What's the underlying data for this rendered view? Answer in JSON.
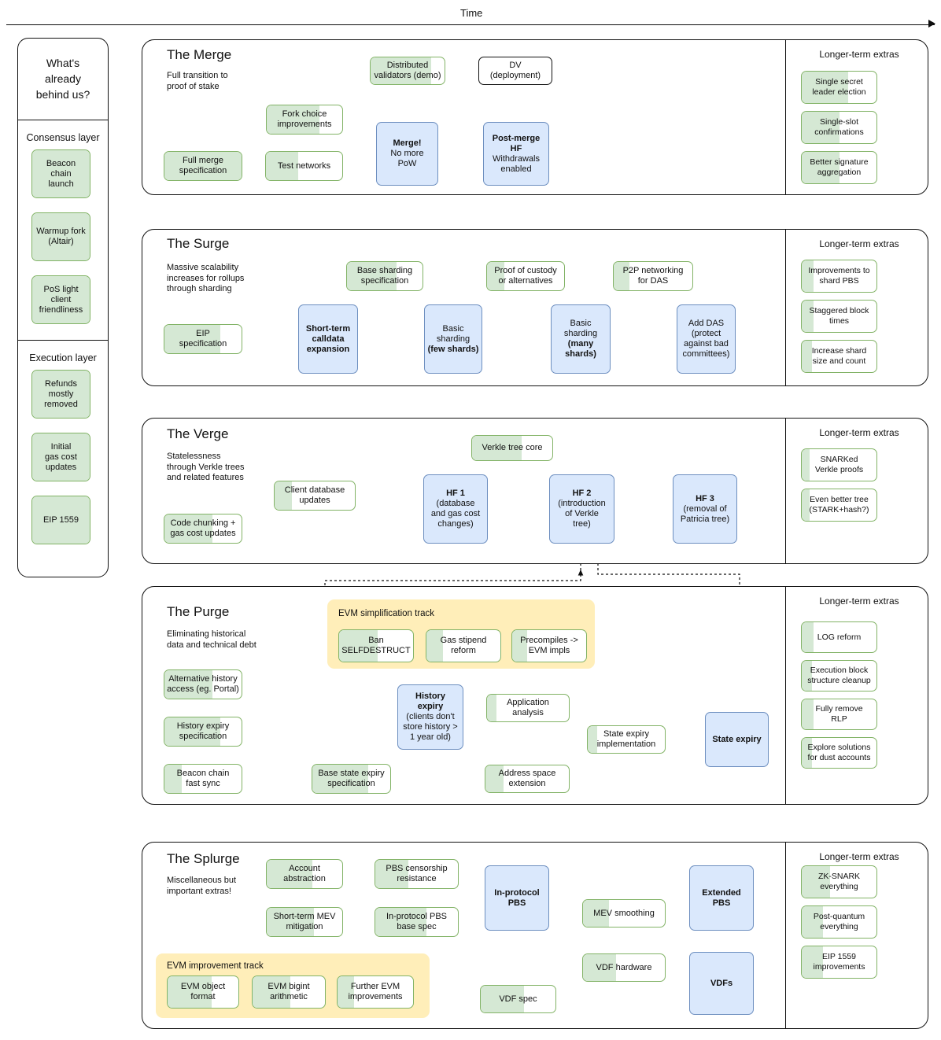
{
  "time_axis": {
    "label": "Time"
  },
  "sidebar": {
    "heading": "What's\nalready\nbehind us?",
    "heading_lines": [
      "What's",
      "already",
      "behind us?"
    ],
    "sections": [
      {
        "title": "Consensus layer",
        "items": [
          {
            "label": "Beacon\nchain\nlaunch",
            "lines": [
              "Beacon",
              "chain",
              "launch"
            ],
            "progress": 100
          },
          {
            "label": "Warmup fork\n(Altair)",
            "lines": [
              "Warmup fork",
              "(Altair)"
            ],
            "progress": 100
          },
          {
            "label": "PoS light\nclient\nfriendliness",
            "lines": [
              "PoS light",
              "client",
              "friendliness"
            ],
            "progress": 100
          }
        ]
      },
      {
        "title": "Execution layer",
        "items": [
          {
            "label": "Refunds\nmostly\nremoved",
            "lines": [
              "Refunds",
              "mostly",
              "removed"
            ],
            "progress": 100
          },
          {
            "label": "Initial\ngas cost\nupdates",
            "lines": [
              "Initial",
              "gas cost",
              "updates"
            ],
            "progress": 100
          },
          {
            "label": "EIP 1559",
            "lines": [
              "EIP 1559"
            ],
            "progress": 100
          }
        ]
      }
    ]
  },
  "extras_heading": "Longer-term extras",
  "stages": [
    {
      "id": "merge",
      "title": "The Merge",
      "subtitle": "Full transition to\nproof of stake",
      "subtitle_lines": [
        "Full transition to",
        "proof of stake"
      ],
      "nodes": [
        {
          "id": "distributed-validators",
          "label": "Distributed\nvalidators (demo)",
          "lines": [
            "Distributed",
            "validators (demo)"
          ],
          "kind": "green",
          "progress": 82
        },
        {
          "id": "dv-deployment",
          "label": "DV\n(deployment)",
          "lines": [
            "DV",
            "(deployment)"
          ],
          "kind": "plain",
          "progress": 0
        },
        {
          "id": "fork-choice-improvements",
          "label": "Fork choice\nimprovements",
          "lines": [
            "Fork choice",
            "improvements"
          ],
          "kind": "green",
          "progress": 70
        },
        {
          "id": "full-merge-specification",
          "label": "Full merge\nspecification",
          "lines": [
            "Full merge",
            "specification"
          ],
          "kind": "green",
          "progress": 100
        },
        {
          "id": "test-networks",
          "label": "Test networks",
          "lines": [
            "Test networks"
          ],
          "kind": "green",
          "progress": 42
        },
        {
          "id": "merge-no-more-pow",
          "label": "Merge!\nNo more\nPoW",
          "lines": [
            "Merge!",
            "No more",
            "PoW"
          ],
          "bold_lines": [
            0
          ],
          "kind": "blue",
          "progress": 0
        },
        {
          "id": "post-merge-hf",
          "label": "Post-merge\nHF\nWithdrawals\nenabled",
          "lines": [
            "Post-merge",
            "HF",
            "Withdrawals",
            "enabled"
          ],
          "bold_lines": [
            0,
            1
          ],
          "kind": "blue",
          "progress": 0
        }
      ],
      "extras": [
        {
          "label": "Single secret\nleader election",
          "lines": [
            "Single secret",
            "leader election"
          ],
          "progress": 62
        },
        {
          "label": "Single-slot\nconfirmations",
          "lines": [
            "Single-slot",
            "confirmations"
          ],
          "progress": 50
        },
        {
          "label": "Better signature\naggregation",
          "lines": [
            "Better signature",
            "aggregation"
          ],
          "progress": 50
        }
      ]
    },
    {
      "id": "surge",
      "title": "The Surge",
      "subtitle": "Massive scalability\nincreases for rollups\nthrough sharding",
      "subtitle_lines": [
        "Massive scalability",
        "increases for rollups",
        "through sharding"
      ],
      "nodes": [
        {
          "id": "base-sharding-specification",
          "label": "Base sharding\nspecification",
          "lines": [
            "Base sharding",
            "specification"
          ],
          "kind": "green",
          "progress": 66
        },
        {
          "id": "proof-of-custody",
          "label": "Proof of custody\nor alternatives",
          "lines": [
            "Proof of custody",
            "or alternatives"
          ],
          "kind": "green",
          "progress": 22
        },
        {
          "id": "p2p-networking-for-das",
          "label": "P2P networking\nfor DAS",
          "lines": [
            "P2P networking",
            "for DAS"
          ],
          "kind": "green",
          "progress": 20
        },
        {
          "id": "eip-specification",
          "label": "EIP\nspecification",
          "lines": [
            "EIP",
            "specification"
          ],
          "kind": "green",
          "progress": 72
        },
        {
          "id": "short-term-calldata-expansion",
          "label": "Short-term\ncalldata\nexpansion",
          "lines": [
            "Short-term",
            "calldata",
            "expansion"
          ],
          "bold_lines": [
            0,
            1,
            2
          ],
          "kind": "blue",
          "progress": 0
        },
        {
          "id": "basic-sharding-few-shards",
          "label": "Basic\nsharding\n(few shards)",
          "lines": [
            "Basic",
            "sharding",
            "(few shards)"
          ],
          "bold_lines": [
            2
          ],
          "kind": "blue",
          "progress": 0
        },
        {
          "id": "basic-sharding-many-shards",
          "label": "Basic\nsharding\n(many\nshards)",
          "lines": [
            "Basic",
            "sharding",
            "(many",
            "shards)"
          ],
          "bold_lines": [
            2,
            3
          ],
          "kind": "blue",
          "progress": 0
        },
        {
          "id": "add-das",
          "label": "Add DAS\n(protect\nagainst bad\ncommittees)",
          "lines": [
            "Add DAS",
            "(protect",
            "against bad",
            "committees)"
          ],
          "kind": "blue",
          "progress": 0
        }
      ],
      "extras": [
        {
          "label": "Improvements to\nshard PBS",
          "lines": [
            "Improvements to",
            "shard PBS"
          ],
          "progress": 16
        },
        {
          "label": "Staggered block\ntimes",
          "lines": [
            "Staggered block",
            "times"
          ],
          "progress": 16
        },
        {
          "label": "Increase shard\nsize and count",
          "lines": [
            "Increase shard",
            "size and count"
          ],
          "progress": 14
        }
      ]
    },
    {
      "id": "verge",
      "title": "The Verge",
      "subtitle": "Statelessness\nthrough Verkle trees\nand related features",
      "subtitle_lines": [
        "Statelessness",
        "through Verkle trees",
        "and related features"
      ],
      "nodes": [
        {
          "id": "verkle-tree-core",
          "label": "Verkle tree core",
          "lines": [
            "Verkle tree core"
          ],
          "kind": "green",
          "progress": 62
        },
        {
          "id": "client-database-updates",
          "label": "Client database\nupdates",
          "lines": [
            "Client database",
            "updates"
          ],
          "kind": "green",
          "progress": 22
        },
        {
          "id": "code-chunking-gas-cost-updates",
          "label": "Code chunking +\ngas cost updates",
          "lines": [
            "Code chunking +",
            "gas cost updates"
          ],
          "kind": "green",
          "progress": 62
        },
        {
          "id": "hf-1",
          "label": "HF 1\n(database\nand gas cost\nchanges)",
          "lines": [
            "HF 1",
            "(database",
            "and gas cost",
            "changes)"
          ],
          "bold_lines": [
            0
          ],
          "kind": "blue",
          "progress": 0
        },
        {
          "id": "hf-2",
          "label": "HF 2\n(introduction\nof Verkle\ntree)",
          "lines": [
            "HF 2",
            "(introduction",
            "of Verkle",
            "tree)"
          ],
          "bold_lines": [
            0
          ],
          "kind": "blue",
          "progress": 0
        },
        {
          "id": "hf-3",
          "label": "HF 3\n(removal of\nPatricia tree)",
          "lines": [
            "HF 3",
            "(removal of",
            "Patricia tree)"
          ],
          "bold_lines": [
            0
          ],
          "kind": "blue",
          "progress": 0
        }
      ],
      "extras": [
        {
          "label": "SNARKed\nVerkle proofs",
          "lines": [
            "SNARKed",
            "Verkle proofs"
          ],
          "progress": 11
        },
        {
          "label": "Even better tree\n(STARK+hash?)",
          "lines": [
            "Even better tree",
            "(STARK+hash?)"
          ],
          "progress": 11
        }
      ]
    },
    {
      "id": "purge",
      "title": "The Purge",
      "subtitle": "Eliminating historical\ndata and technical debt",
      "subtitle_lines": [
        "Eliminating historical",
        "data and technical debt"
      ],
      "track": {
        "title": "EVM simplification track",
        "nodes": [
          {
            "id": "ban-selfdestruct",
            "label": "Ban\nSELFDESTRUCT",
            "lines": [
              "Ban",
              "SELFDESTRUCT"
            ],
            "kind": "green",
            "progress": 52
          },
          {
            "id": "gas-stipend-reform",
            "label": "Gas stipend\nreform",
            "lines": [
              "Gas stipend",
              "reform"
            ],
            "kind": "green",
            "progress": 22
          },
          {
            "id": "precompiles-evm-impls",
            "label": "Precompiles ->\nEVM impls",
            "lines": [
              "Precompiles ->",
              "EVM impls"
            ],
            "kind": "green",
            "progress": 20
          }
        ]
      },
      "nodes": [
        {
          "id": "alternative-history-access",
          "label": "Alternative history\naccess (eg. Portal)",
          "lines": [
            "Alternative history",
            "access (eg. Portal)"
          ],
          "kind": "green",
          "progress": 62
        },
        {
          "id": "history-expiry-specification",
          "label": "History expiry\nspecification",
          "lines": [
            "History expiry",
            "specification"
          ],
          "kind": "green",
          "progress": 72
        },
        {
          "id": "beacon-chain-fast-sync",
          "label": "Beacon chain\nfast sync",
          "lines": [
            "Beacon chain",
            "fast sync"
          ],
          "kind": "green",
          "progress": 22
        },
        {
          "id": "base-state-expiry-specification",
          "label": "Base state expiry\nspecification",
          "lines": [
            "Base state expiry",
            "specification"
          ],
          "kind": "green",
          "progress": 72
        },
        {
          "id": "history-expiry",
          "label": "History\nexpiry\n(clients don't\nstore history >\n1 year old)",
          "lines": [
            "History",
            "expiry",
            "(clients don't",
            "store history >",
            "1 year old)"
          ],
          "bold_lines": [
            0,
            1
          ],
          "kind": "blue",
          "progress": 0
        },
        {
          "id": "application-analysis",
          "label": "Application\nanalysis",
          "lines": [
            "Application",
            "analysis"
          ],
          "kind": "green",
          "progress": 12
        },
        {
          "id": "state-expiry-implementation",
          "label": "State expiry\nimplementation",
          "lines": [
            "State expiry",
            "implementation"
          ],
          "kind": "green",
          "progress": 12
        },
        {
          "id": "address-space-extension",
          "label": "Address space\nextension",
          "lines": [
            "Address space",
            "extension"
          ],
          "kind": "green",
          "progress": 22
        },
        {
          "id": "state-expiry",
          "label": "State expiry",
          "lines": [
            "State expiry"
          ],
          "bold_lines": [
            0
          ],
          "kind": "blue",
          "progress": 0
        }
      ],
      "extras": [
        {
          "label": "LOG reform",
          "lines": [
            "LOG reform"
          ],
          "progress": 16
        },
        {
          "label": "Execution block\nstructure cleanup",
          "lines": [
            "Execution block",
            "structure cleanup"
          ],
          "progress": 14
        },
        {
          "label": "Fully remove\nRLP",
          "lines": [
            "Fully remove",
            "RLP"
          ],
          "progress": 16
        },
        {
          "label": "Explore solutions\nfor dust accounts",
          "lines": [
            "Explore solutions",
            "for dust accounts"
          ],
          "progress": 14
        }
      ]
    },
    {
      "id": "splurge",
      "title": "The Splurge",
      "subtitle": "Miscellaneous but\nimportant extras!",
      "subtitle_lines": [
        "Miscellaneous but",
        "important extras!"
      ],
      "track": {
        "title": "EVM improvement track",
        "nodes": [
          {
            "id": "evm-object-format",
            "label": "EVM object\nformat",
            "lines": [
              "EVM object",
              "format"
            ],
            "kind": "green",
            "progress": 62
          },
          {
            "id": "evm-bigint-arithmetic",
            "label": "EVM bigint\narithmetic",
            "lines": [
              "EVM bigint",
              "arithmetic"
            ],
            "kind": "green",
            "progress": 52
          },
          {
            "id": "further-evm-improvements",
            "label": "Further EVM\nimprovements",
            "lines": [
              "Further EVM",
              "improvements"
            ],
            "kind": "green",
            "progress": 22
          }
        ]
      },
      "nodes": [
        {
          "id": "account-abstraction",
          "label": "Account\nabstraction",
          "lines": [
            "Account",
            "abstraction"
          ],
          "kind": "green",
          "progress": 60
        },
        {
          "id": "pbs-censorship-resistance",
          "label": "PBS censorship\nresistance",
          "lines": [
            "PBS censorship",
            "resistance"
          ],
          "kind": "green",
          "progress": 40
        },
        {
          "id": "short-term-mev-mitigation",
          "label": "Short-term MEV\nmitigation",
          "lines": [
            "Short-term MEV",
            "mitigation"
          ],
          "kind": "green",
          "progress": 62
        },
        {
          "id": "in-protocol-pbs-base-spec",
          "label": "In-protocol PBS\nbase spec",
          "lines": [
            "In-protocol PBS",
            "base spec"
          ],
          "kind": "green",
          "progress": 62
        },
        {
          "id": "in-protocol-pbs",
          "label": "In-protocol\nPBS",
          "lines": [
            "In-protocol",
            "PBS"
          ],
          "bold_lines": [
            0,
            1
          ],
          "kind": "blue",
          "progress": 0
        },
        {
          "id": "mev-smoothing",
          "label": "MEV smoothing",
          "lines": [
            "MEV smoothing"
          ],
          "kind": "green",
          "progress": 32
        },
        {
          "id": "extended-pbs",
          "label": "Extended\nPBS",
          "lines": [
            "Extended",
            "PBS"
          ],
          "bold_lines": [
            0,
            1
          ],
          "kind": "blue",
          "progress": 0
        },
        {
          "id": "vdf-hardware",
          "label": "VDF hardware",
          "lines": [
            "VDF hardware"
          ],
          "kind": "green",
          "progress": 40
        },
        {
          "id": "vdf-spec",
          "label": "VDF spec",
          "lines": [
            "VDF spec"
          ],
          "kind": "green",
          "progress": 58
        },
        {
          "id": "vdfs",
          "label": "VDFs",
          "lines": [
            "VDFs"
          ],
          "bold_lines": [
            0
          ],
          "kind": "blue",
          "progress": 0
        }
      ],
      "extras": [
        {
          "label": "ZK-SNARK\neverything",
          "lines": [
            "ZK-SNARK",
            "everything"
          ],
          "progress": 38
        },
        {
          "label": "Post-quantum\neverything",
          "lines": [
            "Post-quantum",
            "everything"
          ],
          "progress": 28
        },
        {
          "label": "EIP 1559\nimprovements",
          "lines": [
            "EIP 1559",
            "improvements"
          ],
          "progress": 28
        }
      ]
    }
  ],
  "colors": {
    "green_fill": "#d5e8d4",
    "green_border": "#82b366",
    "blue_fill": "#dae8fc",
    "blue_border": "#6c8ebf",
    "track_fill": "#ffeeb9",
    "line": "#0d0d0d"
  }
}
